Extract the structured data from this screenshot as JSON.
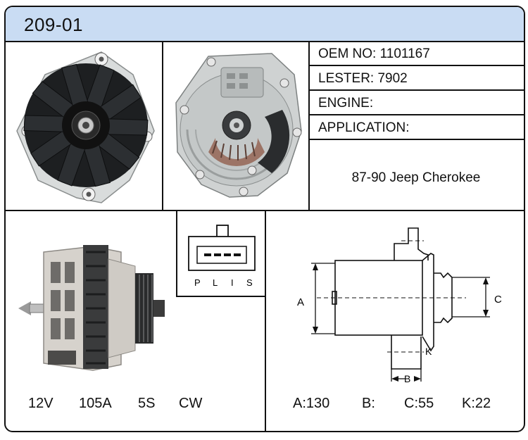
{
  "header": {
    "title": "209-01"
  },
  "specs": {
    "oem_no": "OEM NO: 1101167",
    "lester": "LESTER: 7902",
    "engine": "ENGINE:",
    "application": "APPLICATION:",
    "application_value": "87-90 Jeep Cherokee"
  },
  "connector": {
    "pins": [
      "P",
      "L",
      "I",
      "S"
    ]
  },
  "electrical": {
    "voltage": "12V",
    "amperage": "105A",
    "pulley": "5S",
    "rotation": "CW"
  },
  "dimensions": {
    "label_a": "A",
    "label_b": "B",
    "label_c": "C",
    "label_k": "K",
    "a": "A:130",
    "b": "B:",
    "c": "C:55",
    "k": "K:22"
  },
  "colors": {
    "header_bg": "#c9dcf3",
    "border": "#111111"
  }
}
